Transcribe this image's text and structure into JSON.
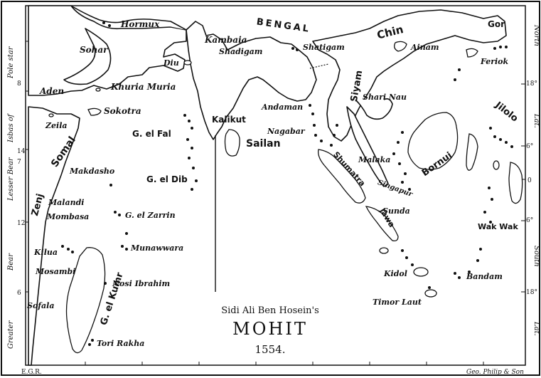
{
  "places": {
    "hormux": "Hormux",
    "sohar": "Sohar",
    "kambaia": "Kambaia",
    "shadigam": "Shadigam",
    "shatigam": "Shatigam",
    "bengal": "BENGAL",
    "chin": "Chin",
    "gor": "Gor",
    "ainam": "Ainam",
    "feriok": "Feriok",
    "diu": "Diu",
    "aden": "Aden",
    "khuria_muria": "Khuria Muria",
    "sokotra": "Sokotra",
    "zeila": "Zeila",
    "somal": "Somal",
    "makdasho": "Makdasho",
    "zenj": "Zenj",
    "malandi": "Malandi",
    "mombasa": "Mombasa",
    "kilua": "Kilua",
    "mosambi": "Mosambi",
    "sofala": "Sofala",
    "g_el_kumr": "G. el Kumr",
    "nosi_ibrahim": "Nosi Ibrahim",
    "tori_rakha": "Tori Rakha",
    "g_el_fal": "G. el Fal",
    "g_el_dib": "G. el Dib",
    "g_el_zarrin": "G. el Zarrin",
    "munawwara": "Munawwara",
    "kalikut": "Kalikut",
    "sailan": "Sailan",
    "andaman": "Andaman",
    "nagabar": "Nagabar",
    "siyam": "Siyam",
    "shari_nau": "Shari Nau",
    "malaka": "Malaka",
    "shumatra": "Shumatra",
    "singapur": "Singapur",
    "sunda": "Sunda",
    "jawa": "Jawa",
    "kidol": "Kidol",
    "timor_laut": "Timor Laut",
    "bornui": "Bornui",
    "jilolo": "Jilolo",
    "wak_wak": "Wak Wak",
    "bandam": "Bandam"
  },
  "edges": {
    "left_1": "Pole star",
    "left_2": "Isbas of",
    "left_3": "Lesser Bear",
    "left_4": "Bear",
    "left_5": "Greater",
    "right_1": "North",
    "right_2": "Lat.",
    "right_3": "South",
    "right_4": "Lat."
  },
  "ticks": {
    "l_8": "8",
    "l_14": "14",
    "l_7": "7",
    "l_12": "12",
    "l_6": "6",
    "r_18n": "18°",
    "r_6n": "6°",
    "r_0": "0",
    "r_6s": "6°",
    "r_18s": "18°"
  },
  "cartouche": {
    "line1": "Sidi Ali Ben Hosein's",
    "line2": "MOHIT",
    "line3": "1554."
  },
  "credits": {
    "left": "E.G.R.",
    "right": "Geo. Philip & Son"
  }
}
